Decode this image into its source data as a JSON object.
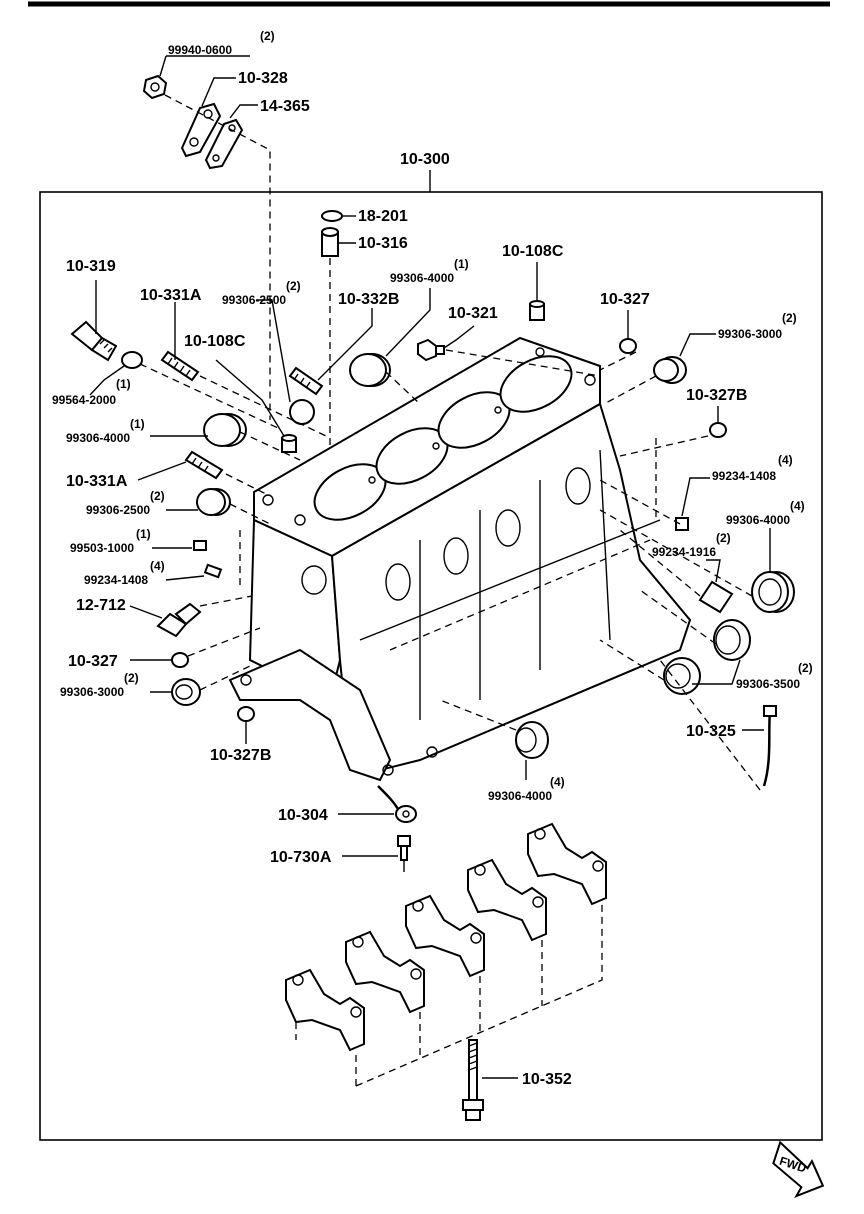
{
  "labels": {
    "p99940_0600": "99940-0600",
    "q99940_0600": "(2)",
    "p10_328": "10-328",
    "p14_365": "14-365",
    "p10_300": "10-300",
    "p18_201": "18-201",
    "p10_316": "10-316",
    "p10_319": "10-319",
    "p10_331A_top": "10-331A",
    "p99306_2500_top": "99306-2500",
    "q99306_2500_top": "(2)",
    "p10_332B": "10-332B",
    "p99306_4000_top": "99306-4000",
    "q99306_4000_top": "(1)",
    "p10_108C_right": "10-108C",
    "p10_321": "10-321",
    "p10_327_top": "10-327",
    "p99306_3000_right": "99306-3000",
    "q99306_3000_right": "(2)",
    "p10_108C_left": "10-108C",
    "p99564_2000": "99564-2000",
    "q99564_2000": "(1)",
    "p10_327B_right": "10-327B",
    "p99306_4000_left": "99306-4000",
    "q99306_4000_left": "(1)",
    "p10_331A_left": "10-331A",
    "p99234_1408_right": "99234-1408",
    "q99234_1408_right": "(4)",
    "p99306_2500_left": "99306-2500",
    "q99306_2500_left": "(2)",
    "p99306_4000_right": "99306-4000",
    "q99306_4000_right": "(4)",
    "p99503_1000": "99503-1000",
    "q99503_1000": "(1)",
    "p99234_1916": "99234-1916",
    "q99234_1916": "(2)",
    "p99234_1408_left": "99234-1408",
    "q99234_1408_left": "(4)",
    "p12_712": "12-712",
    "p10_327_left": "10-327",
    "p99306_3000_left": "99306-3000",
    "q99306_3000_left": "(2)",
    "p99306_3500": "99306-3500",
    "q99306_3500": "(2)",
    "p10_325": "10-325",
    "p10_327B_bottom": "10-327B",
    "p99306_4000_bottom": "99306-4000",
    "q99306_4000_bottom": "(4)",
    "p10_304": "10-304",
    "p10_730A": "10-730A",
    "p10_352": "10-352",
    "fwd": "FWD"
  }
}
